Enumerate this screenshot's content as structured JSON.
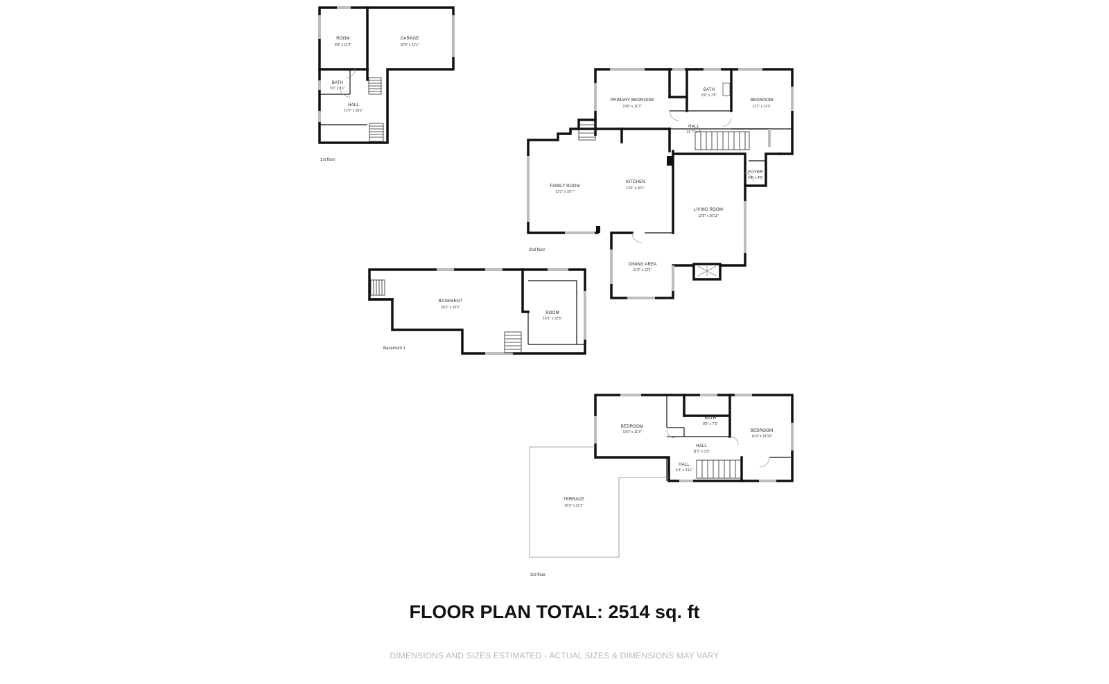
{
  "floors": {
    "first": {
      "label": "1st floor",
      "rooms": {
        "room": {
          "name": "ROOM",
          "dim": "8'6\" x 11'3\""
        },
        "garage": {
          "name": "GARAGE",
          "dim": "15'9\" x 11'1\""
        },
        "bath": {
          "name": "BATH",
          "dim": "5'3\" x 5'1\""
        },
        "hall": {
          "name": "HALL",
          "dim": "12'0\" x 10'2\""
        }
      }
    },
    "second": {
      "label": "2nd floor",
      "rooms": {
        "primary_bedroom": {
          "name": "PRIMARY BEDROOM",
          "dim": "13'6\" x 11'3\""
        },
        "bath": {
          "name": "BATH",
          "dim": "8'0\" x 7'8\""
        },
        "bedroom": {
          "name": "BEDROOM",
          "dim": "11'1\" x 11'3\""
        },
        "hall": {
          "name": "HALL",
          "dim": "11' 7\" x 7'"
        },
        "foyer": {
          "name": "FOYER",
          "dim": "4'8\" x 4'5\""
        },
        "family_room": {
          "name": "FAMILY ROOM",
          "dim": "13'3\" x 18'7\""
        },
        "kitchen": {
          "name": "KITCHEN",
          "dim": "12'6\" x 10'1\""
        },
        "living_room": {
          "name": "LIVING ROOM",
          "dim": "13'5\" x 20'11\""
        },
        "dining_area": {
          "name": "DINING AREA",
          "dim": "11'3\" x 12'1\""
        }
      }
    },
    "basement": {
      "label": "Basement 1",
      "rooms": {
        "basement": {
          "name": "BASEMENT",
          "dim": "26'2\" x 15'2\""
        },
        "room": {
          "name": "ROOM",
          "dim": "10'1\" x 12'5\""
        }
      }
    },
    "third": {
      "label": "3rd floor",
      "rooms": {
        "bedroom_left": {
          "name": "BEDROOM",
          "dim": "13'0\" x 11'3\""
        },
        "bath": {
          "name": "BATH",
          "dim": "8'6\" x 7'5\""
        },
        "bedroom_right": {
          "name": "BEDROOM",
          "dim": "11'4\" x 14'10\""
        },
        "hall_upper": {
          "name": "HALL",
          "dim": "11'5\" x 3'0\""
        },
        "hall_lower": {
          "name": "HALL",
          "dim": "4'3\" x 3'11\""
        },
        "terrace": {
          "name": "TERRACE",
          "dim": "26'3\" x 21'2\""
        }
      }
    }
  },
  "footer": {
    "total": "FLOOR PLAN TOTAL: 2514 sq. ft",
    "disclaimer": "DIMENSIONS AND SIZES ESTIMATED - ACTUAL SIZES & DIMENSIONS MAY VARY"
  }
}
